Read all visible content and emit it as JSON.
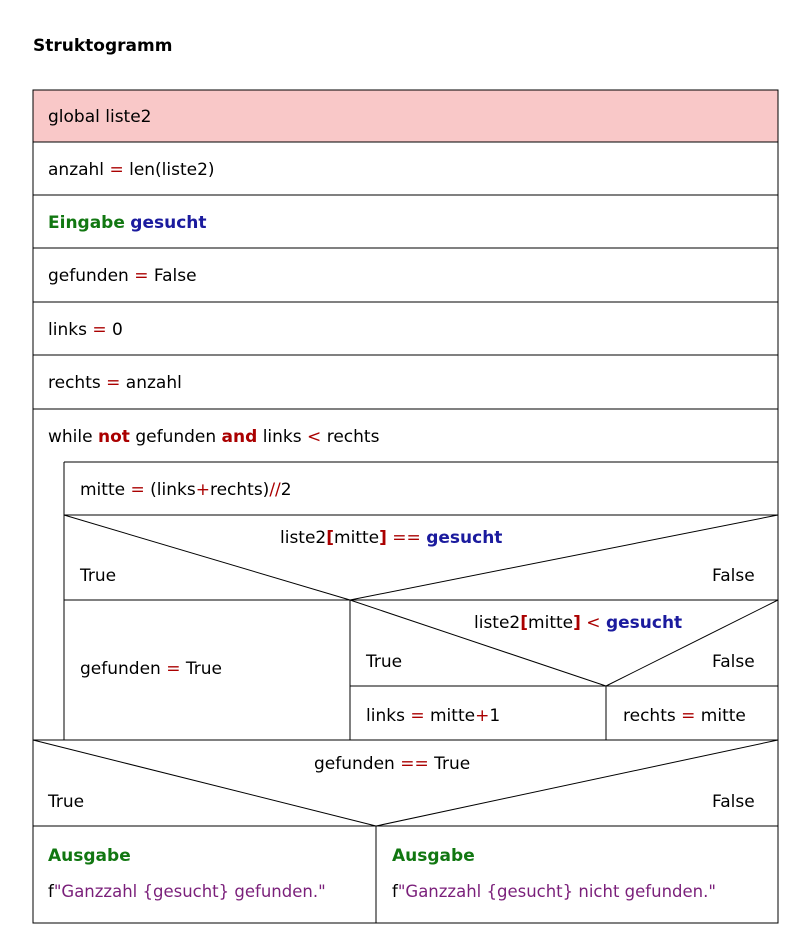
{
  "title": "Struktogramm",
  "blocks": {
    "global": "global liste2",
    "anzahl": {
      "a": "anzahl",
      "op": "=",
      "b": "len(liste2)"
    },
    "eingabe": {
      "kw": "Eingabe",
      "var": "gesucht"
    },
    "gefunden_init": {
      "a": "gefunden",
      "op": "=",
      "b": "False"
    },
    "links_init": {
      "a": "links",
      "op": "=",
      "b": "0"
    },
    "rechts_init": {
      "a": "rechts",
      "op": "=",
      "b": "anzahl"
    },
    "while": {
      "kw1": "while",
      "not": "not",
      "a": "gefunden",
      "and": "and",
      "b": "links",
      "lt": "<",
      "c": "rechts"
    },
    "mitte": {
      "a": "mitte",
      "eq": "=",
      "p1": "(links",
      "plus": "+",
      "p2": "rechts)",
      "div": "//",
      "n": "2"
    },
    "if1": {
      "a": "liste2",
      "lb": "[",
      "m": "mitte",
      "rb": "]",
      "eq": "==",
      "var": "gesucht",
      "true": "True",
      "false": "False"
    },
    "set_found": {
      "a": "gefunden",
      "op": "=",
      "b": "True"
    },
    "if2": {
      "a": "liste2",
      "lb": "[",
      "m": "mitte",
      "rb": "]",
      "lt": "<",
      "var": "gesucht",
      "true": "True",
      "false": "False"
    },
    "links_upd": {
      "a": "links",
      "op": "=",
      "b": "mitte",
      "plus": "+",
      "n": "1"
    },
    "rechts_upd": {
      "a": "rechts",
      "op": "=",
      "b": "mitte"
    },
    "if3": {
      "a": "gefunden",
      "eq": "==",
      "b": "True",
      "true": "True",
      "false": "False"
    },
    "out_left": {
      "kw": "Ausgabe",
      "f": "f",
      "s": "\"Ganzzahl {gesucht} gefunden.\""
    },
    "out_right": {
      "kw": "Ausgabe",
      "f": "f",
      "s": "\"Ganzzahl {gesucht} nicht gefunden.\""
    }
  },
  "colors": {
    "highlight": "#f9c8c8",
    "operator": "#aa0000",
    "io_keyword": "#117711",
    "variable": "#1b1b9e",
    "string": "#7a1f7a"
  }
}
